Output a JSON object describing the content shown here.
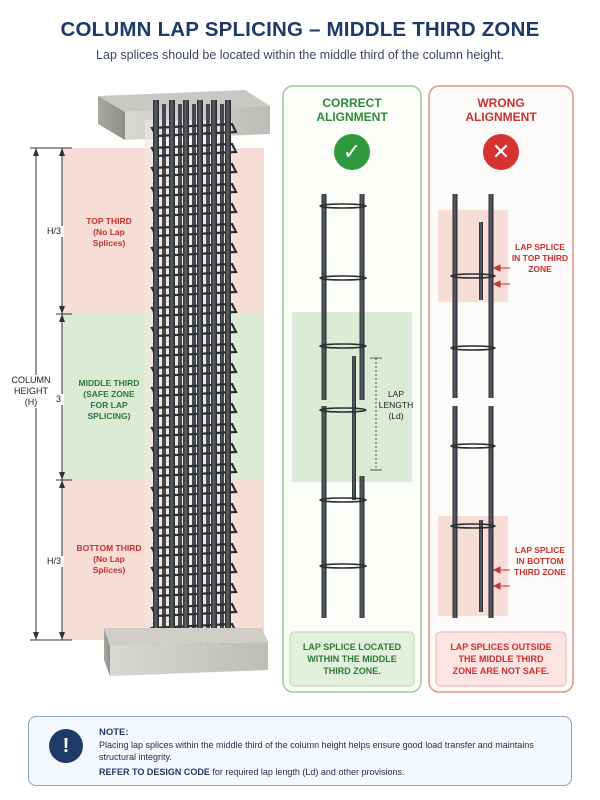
{
  "title": "COLUMN LAP SPLICING – MIDDLE THIRD ZONE",
  "subtitle": "Lap splices should be located within the middle third of the column height.",
  "zones": {
    "top": {
      "name": "TOP THIRD",
      "line1": "(No Lap",
      "line2": "Splices)"
    },
    "middle": {
      "name": "MIDDLE THIRD",
      "line1": "(SAFE ZONE",
      "line2": "FOR LAP",
      "line3": "SPLICING)"
    },
    "bottom": {
      "name": "BOTTOM THIRD",
      "line1": "(No Lap",
      "line2": "Splices)"
    }
  },
  "dimensions": {
    "third": "H/3",
    "height_line1": "COLUMN",
    "height_line2": "HEIGHT",
    "height_line3": "(H)"
  },
  "correct_panel": {
    "heading_line1": "CORRECT",
    "heading_line2": "ALIGNMENT",
    "badge": "✓",
    "lap_line1": "LAP",
    "lap_line2": "LENGTH",
    "lap_line3": "(Ld)",
    "footer_line1": "LAP SPLICE LOCATED",
    "footer_line2": "WITHIN THE MIDDLE",
    "footer_line3": "THIRD ZONE."
  },
  "wrong_panel": {
    "heading_line1": "WRONG",
    "heading_line2": "ALIGNMENT",
    "badge": "✕",
    "callout_top_line1": "LAP SPLICE",
    "callout_top_line2": "IN TOP THIRD",
    "callout_top_line3": "ZONE",
    "callout_bottom_line1": "LAP SPLICE",
    "callout_bottom_line2": "IN BOTTOM",
    "callout_bottom_line3": "THIRD ZONE",
    "footer_line1": "LAP SPLICES OUTSIDE",
    "footer_line2": "THE MIDDLE THIRD",
    "footer_line3": "ZONE ARE NOT SAFE."
  },
  "note": {
    "icon": "!",
    "title": "NOTE:",
    "text": "Placing lap splices within the middle third of the column height helps ensure good load transfer and maintains structural integrity.",
    "ref_bold": "REFER TO DESIGN CODE",
    "ref_rest": " for required lap length (Ld) and other provisions."
  },
  "colors": {
    "title": "#1e3a66",
    "red_zone": "#f6ddd6",
    "green_zone": "#dcebd6",
    "correct": "#2f9a3d",
    "wrong": "#d6322f"
  }
}
